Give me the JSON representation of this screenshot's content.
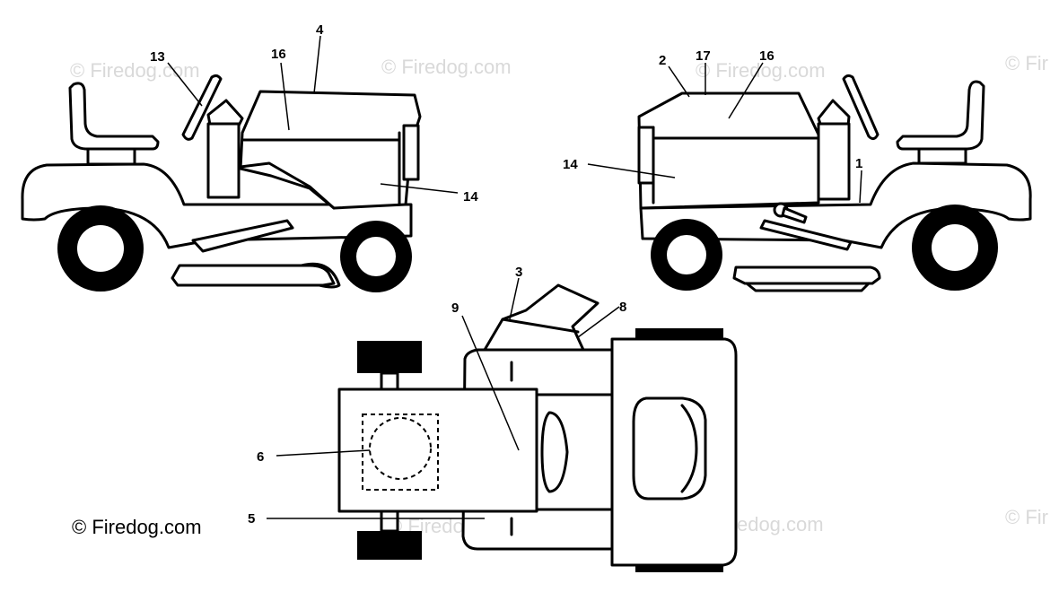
{
  "watermarks": [
    "© Firedog.com",
    "© Firedog.com",
    "© Firedog.com",
    "© Fir",
    "© Firedog.com",
    "© Firedog.com",
    "© Fir"
  ],
  "copyright": "© Firedog.com",
  "callouts": {
    "left_view": {
      "c13": "13",
      "c16": "16",
      "c4": "4",
      "c14": "14"
    },
    "right_view": {
      "c2": "2",
      "c17": "17",
      "c16": "16",
      "c14": "14",
      "c1": "1"
    },
    "top_view": {
      "c3": "3",
      "c8": "8",
      "c9": "9",
      "c6": "6",
      "c5": "5"
    }
  }
}
